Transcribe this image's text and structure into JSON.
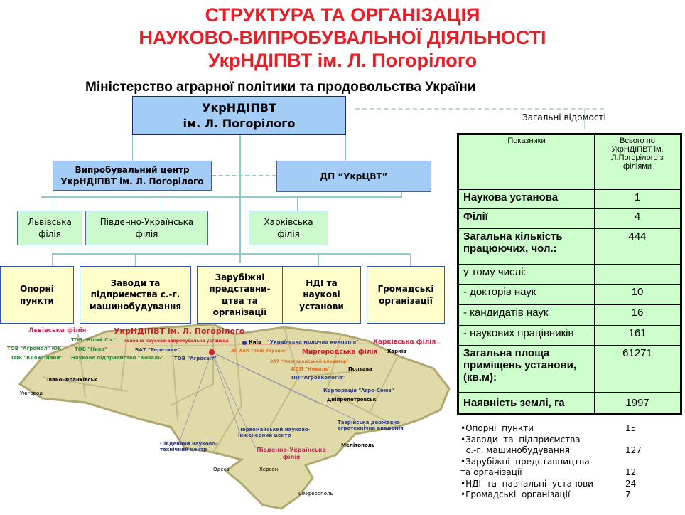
{
  "title": [
    "СТРУКТУРА ТА ОРГАНІЗАЦІЯ",
    "НАУКОВО-ВИПРОБУВАЛЬНОЇ ДІЯЛЬНОСТІ",
    "УкрНДІПВТ ім. Л. Погорілого"
  ],
  "ministry": "Міністерство аграрної політики  та продовольства України",
  "org": {
    "main": [
      "УкрНДІПВТ",
      "ім. Л. Погорілого"
    ],
    "test_center": [
      "Випробувальний  центр",
      "УкрНДІПВТ ім. Л. Погорілого"
    ],
    "dp": "ДП “УкрЦВТ”",
    "branches": [
      [
        "Львівська",
        "філія"
      ],
      [
        "Південно-Українська",
        "філія"
      ],
      [
        "Харківська",
        "філія"
      ]
    ],
    "units": [
      [
        "Опорні",
        "пункти"
      ],
      [
        "Заводи та",
        "підприємства  с.-г.",
        "машинобудування"
      ],
      [
        "Зарубіжні",
        "представни-",
        "цтва та",
        "організації"
      ],
      [
        "НДІ та",
        "наукові",
        "установи"
      ],
      [
        "Громадські",
        "організації"
      ]
    ]
  },
  "table": {
    "caption": "Загальні  відомості",
    "headers": [
      "Показники",
      "Всього по УкрНДІПВТ ім. Л.Погорілого з філіями"
    ],
    "rows": [
      {
        "label": "Наукова установа",
        "value": "1",
        "bold": true
      },
      {
        "label": "Філії",
        "value": "4",
        "bold": true
      },
      {
        "label": "Загальна кількість працюючих, чол.:",
        "value": "444",
        "bold": true
      },
      {
        "label": "у тому числі:",
        "value": "",
        "bold": false
      },
      {
        "label": " - докторів наук",
        "value": "10",
        "bold": false
      },
      {
        "label": "-  кандидатів наук",
        "value": "16",
        "bold": false
      },
      {
        "label": "- наукових працівників",
        "value": "161",
        "bold": false
      },
      {
        "label": "Загальна площа приміщень установи, (кв.м):",
        "value": "61271",
        "bold": true
      },
      {
        "label": "Наявність землі, га",
        "value": "1997",
        "bold": true
      }
    ]
  },
  "summary": [
    {
      "label": "•Опорні  пункти",
      "value": "15"
    },
    {
      "label": "•Заводи  та  підприємства",
      "value": ""
    },
    {
      "label": "  с.-г. машинобудування",
      "value": "127"
    },
    {
      "label": "•Зарубіжні  представництва",
      "value": ""
    },
    {
      "label": "та організації",
      "value": "12"
    },
    {
      "label": "•НДІ  та  навчальні  установи",
      "value": "24"
    },
    {
      "label": "•Громадські  організації",
      "value": "7"
    }
  ],
  "map": {
    "labels": [
      {
        "text": "Львівська філія",
        "color": "#c0305a"
      },
      {
        "text": "ТОВ \"Білий Сік\"",
        "color": "#2e8b3a"
      },
      {
        "text": "ТОВ \"Агромол\" ЮК",
        "color": "#2e8b3a"
      },
      {
        "text": "ТОВ \"Нива\"",
        "color": "#2e8b3a"
      },
      {
        "text": "ТОВ \"Княжі Лани\"",
        "color": "#2e8b3a"
      },
      {
        "text": "Наукове підприємство \"Коваль\"",
        "color": "#2e8b3a"
      },
      {
        "text": "УкрНДІПВТ ім. Л. Погорілого",
        "color": "#c8202a"
      },
      {
        "text": "головна науково-випробувальна установа",
        "color": "#c8202a"
      },
      {
        "text": "Київ",
        "color": "#000"
      },
      {
        "text": "\"Українська молочна компанія\"",
        "color": "#2a3a8a"
      },
      {
        "text": "ВАТ \"Терезине\"",
        "color": "#2a3a8a"
      },
      {
        "text": "ТОВ \"Агросвіт\"",
        "color": "#2a3a8a"
      },
      {
        "text": "Миргородська філія",
        "color": "#c8202a"
      },
      {
        "text": "АП ААК \"Хліб України\"",
        "color": "#e07020"
      },
      {
        "text": "ЗАТ \"Миргородський елеватор\"",
        "color": "#e07020"
      },
      {
        "text": "КСП \"Коваль\"",
        "color": "#e07020"
      },
      {
        "text": "ПП \"Агроекологія\"",
        "color": "#2a3a8a"
      },
      {
        "text": "Харківська філія",
        "color": "#c0305a"
      },
      {
        "text": "Корпорація \"Агро-Союз\"",
        "color": "#2a3a8a"
      },
      {
        "text": "Таврійська державна агротехнічна академія",
        "color": "#2a3a8a"
      },
      {
        "text": "Первомайський науково-інженерний центр",
        "color": "#2a3a8a"
      },
      {
        "text": "Південний науково-технічний центр",
        "color": "#2a3a8a"
      },
      {
        "text": "Південно-Українська філія",
        "color": "#c0305a"
      },
      {
        "text": "Мелітополь",
        "color": "#000"
      },
      {
        "text": "Дніпропетровськ",
        "color": "#000"
      },
      {
        "text": "Полтава",
        "color": "#000"
      },
      {
        "text": "Харків",
        "color": "#000"
      },
      {
        "text": "Одеса",
        "color": "#000"
      },
      {
        "text": "Херсон",
        "color": "#000"
      },
      {
        "text": "Сімферополь",
        "color": "#000"
      },
      {
        "text": "Івано-Франківськ",
        "color": "#000"
      },
      {
        "text": "Ужгород",
        "color": "#000"
      }
    ]
  },
  "colors": {
    "title": "#ea1c24",
    "blue_box": "#a3cdf6",
    "green_box": "#ccfacc",
    "yellow_box": "#ffffcc",
    "table_bg": "#ccffcc",
    "map_fill": "#e0d9a8",
    "map_border": "#b0a870"
  }
}
